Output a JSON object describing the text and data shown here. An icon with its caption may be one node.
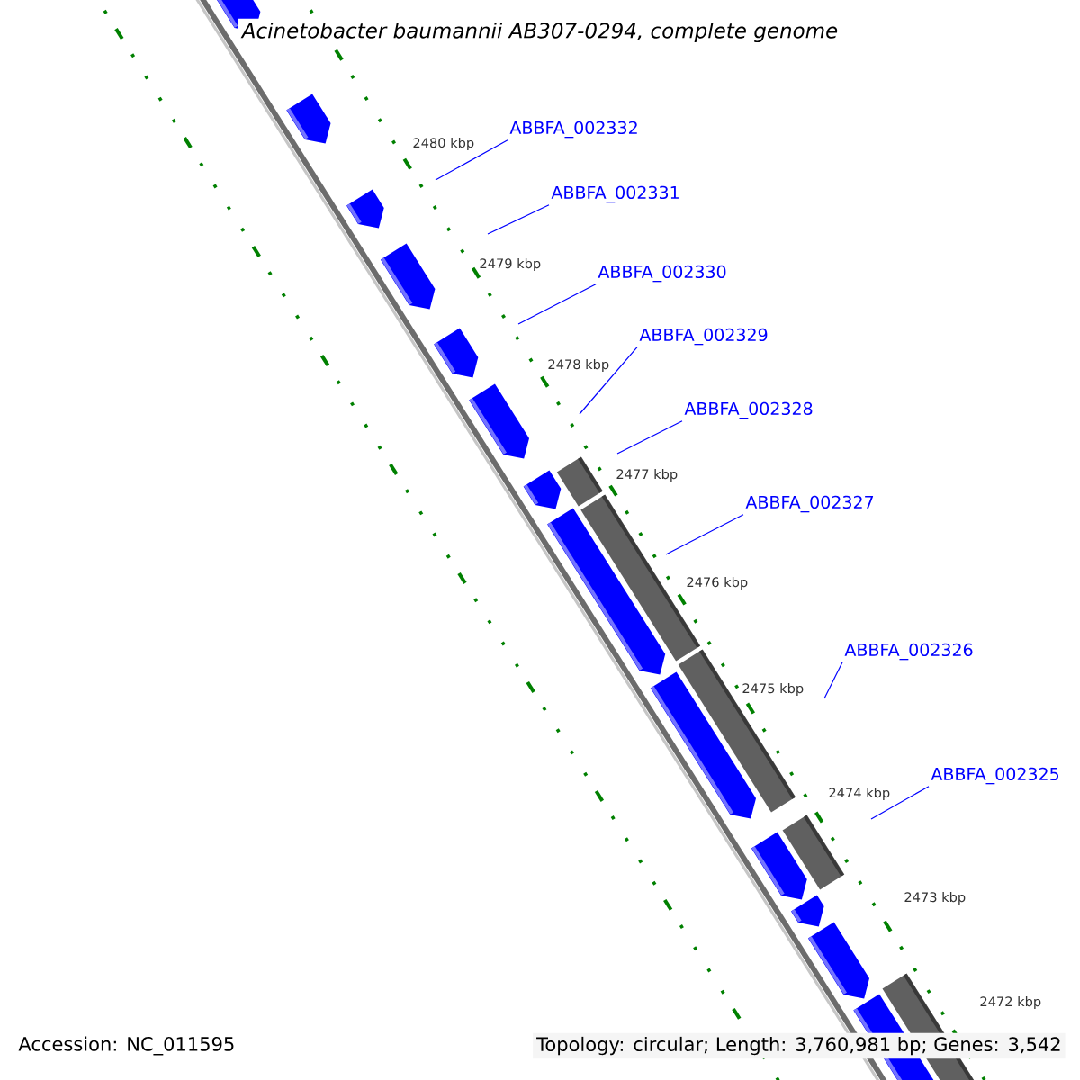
{
  "diagram": {
    "title": "Acinetobacter baumannii AB307-0294, complete genome",
    "nodes": [
      {
        "text": [
          "ABBFA_002332"
        ]
      },
      {
        "text": [
          "ABBFA_002331"
        ]
      },
      {
        "text": [
          "ABBFA_002330"
        ]
      },
      {
        "text": [
          "ABBFA_002329"
        ]
      },
      {
        "text": [
          "ABBFA_002328"
        ]
      },
      {
        "text": [
          "ABBFA_002327"
        ]
      },
      {
        "text": [
          "ABBFA_002326"
        ]
      },
      {
        "text": [
          "ABBFA_002325"
        ]
      }
    ],
    "edges": [
      {
        "from": 0,
        "to": null,
        "arrow": "none"
      },
      {
        "from": 1,
        "to": null,
        "arrow": "none"
      },
      {
        "from": 2,
        "to": null,
        "arrow": "none"
      },
      {
        "from": 3,
        "to": null,
        "arrow": "none"
      },
      {
        "from": 4,
        "to": null,
        "arrow": "none"
      },
      {
        "from": 5,
        "to": null,
        "arrow": "none"
      },
      {
        "from": 6,
        "to": null,
        "arrow": "none"
      },
      {
        "from": 7,
        "to": null,
        "arrow": "none"
      }
    ],
    "labels": [
      "2480 kbp",
      "2479 kbp",
      "2478 kbp",
      "2477 kbp",
      "2476 kbp",
      "2475 kbp",
      "2474 kbp",
      "2473 kbp",
      "2472 kbp",
      "Accession: NC_011595",
      "Topology: circular; Length: 3,760,981 bp; Genes: 3,542"
    ]
  }
}
